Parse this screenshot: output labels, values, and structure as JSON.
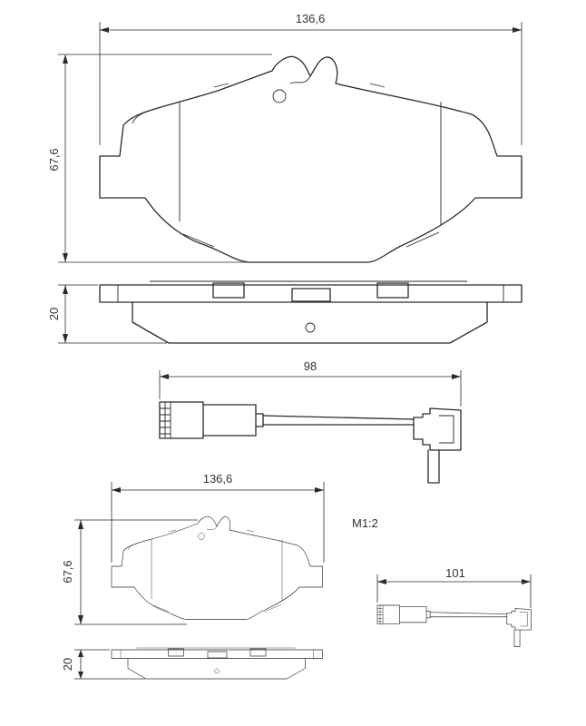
{
  "large": {
    "width_label": "136,6",
    "height_label": "67,6",
    "thickness_label": "20",
    "sensor_length_label": "98"
  },
  "small": {
    "width_label": "136,6",
    "height_label": "67,6",
    "thickness_label": "20",
    "sensor_length_label": "101"
  },
  "scale_label": "M1:2"
}
